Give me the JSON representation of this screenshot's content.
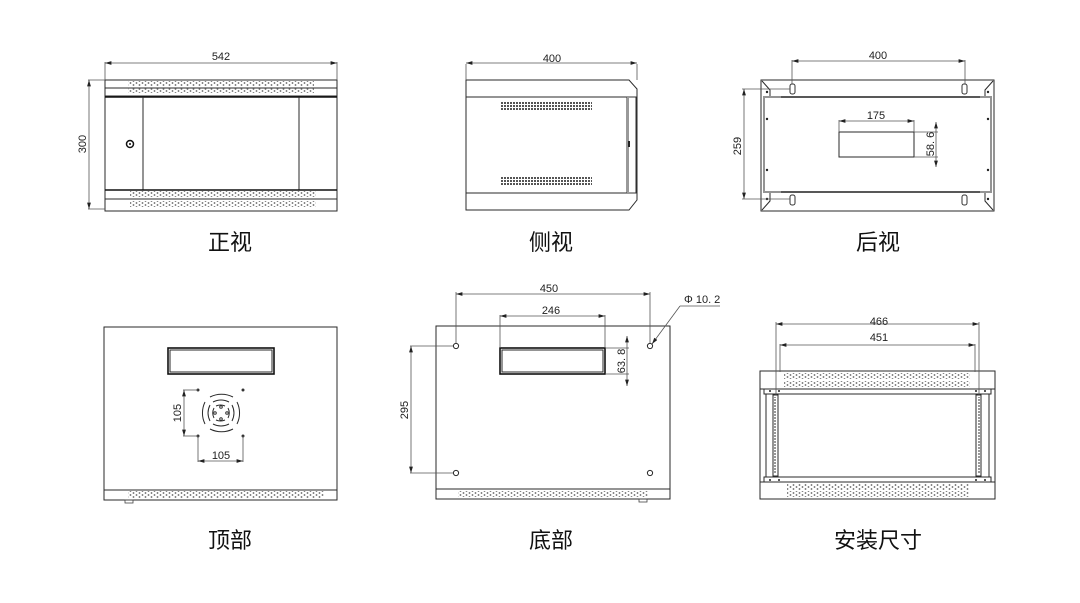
{
  "views": {
    "front": {
      "caption": "正视",
      "width": "542",
      "height": "300"
    },
    "side": {
      "caption": "侧视",
      "depth": "400"
    },
    "rear": {
      "caption": "后视",
      "hole_spacing": "400",
      "height": "259",
      "cutout_width": "175",
      "cutout_height": "58. 6"
    },
    "top": {
      "caption": "顶部",
      "fan_v": "105",
      "fan_h": "105"
    },
    "bottom": {
      "caption": "底部",
      "hole_spacing_h": "450",
      "cutout_width": "246",
      "cutout_height": "63. 8",
      "hole_spacing_v": "295",
      "hole_diameter": "Φ 10. 2"
    },
    "mounting": {
      "caption": "安装尺寸",
      "outer_width": "466",
      "inner_width": "451"
    }
  }
}
